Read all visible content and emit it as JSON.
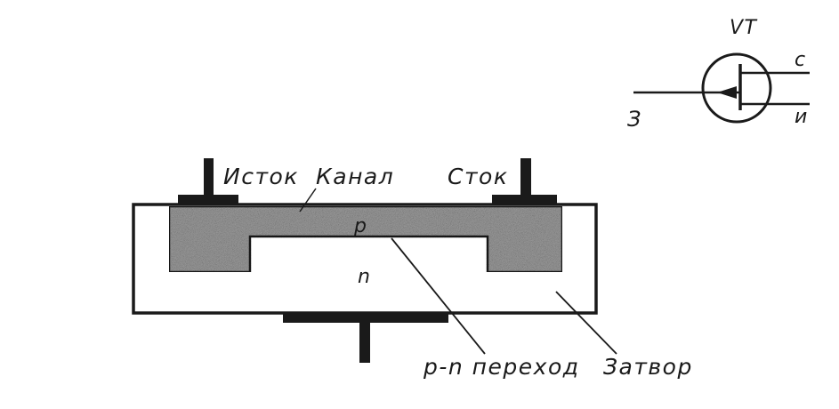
{
  "symbol": {
    "designator": "VT",
    "drain": "с",
    "source": "и",
    "gate": "З"
  },
  "structure": {
    "source_label": "Исток",
    "channel_label": "Канал",
    "drain_label": "Сток",
    "p_region": "p",
    "n_region": "n",
    "junction_label": "p-n переход",
    "gate_label": "Затвор"
  },
  "colors": {
    "ink": "#1a1a1a",
    "channel_fill": "#9a9a9a"
  }
}
